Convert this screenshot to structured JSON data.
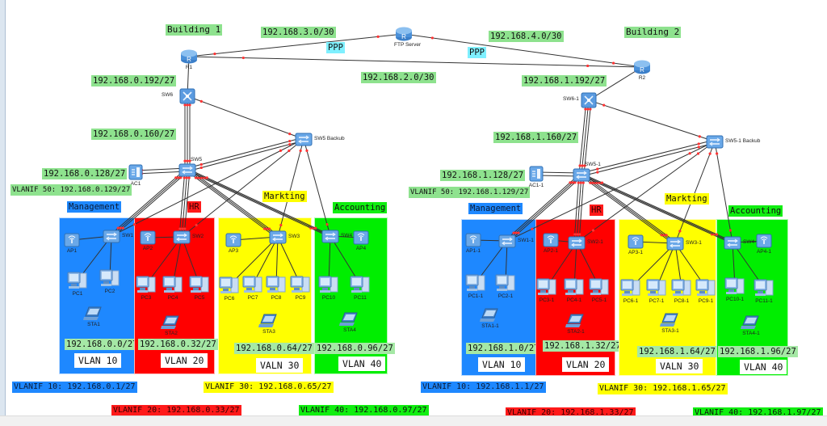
{
  "title": "Campus network topology",
  "core": {
    "ftp_server": "FTP Server",
    "links": [
      {
        "subnet": "192.168.3.0/30",
        "protocol": "PPP"
      },
      {
        "subnet": "192.168.4.0/30",
        "protocol": "PPP"
      },
      {
        "subnet": "192.168.2.0/30"
      }
    ]
  },
  "buildings": [
    {
      "name": "Building 1",
      "router": "R1",
      "core_switch": "SW6",
      "agg_switch": "SW5",
      "backup_switch": "SW5 Backub",
      "ac": "AC1",
      "router_subnet": "192.168.0.192/27",
      "core_subnet": "192.168.0.160/27",
      "ac_subnet": "192.168.0.128/27",
      "vlanif50": "VLANIF 50: 192.168.0.129/27",
      "departments": [
        {
          "name": "Management",
          "color": "#1e88ff",
          "switch": "SW1",
          "ap": "AP1",
          "pcs": [
            "PC1",
            "PC2"
          ],
          "sta": "STA1",
          "subnet": "192.168.0.0/27",
          "vlan": "VLAN 10",
          "vlanif": "VLANIF 10: 192.168.0.1/27"
        },
        {
          "name": "HR",
          "color": "#ff0000",
          "switch": "SW2",
          "ap": "AP2",
          "pcs": [
            "PC3",
            "PC4",
            "PC5"
          ],
          "sta": "STA2",
          "subnet": "192.168.0.32/27",
          "vlan": "VLAN 20",
          "vlanif": "VLANIF 20: 192.168.0.33/27"
        },
        {
          "name": "Markting",
          "color": "#ffff00",
          "switch": "SW3",
          "ap": "AP3",
          "pcs": [
            "PC6",
            "PC7",
            "PC8",
            "PC9"
          ],
          "sta": "STA3",
          "subnet": "192.168.0.64/27",
          "vlan": "VALN 30",
          "vlanif": "VLANIF 30: 192.168.0.65/27"
        },
        {
          "name": "Accounting",
          "color": "#00ee00",
          "switch": "SW4",
          "ap": "AP4",
          "pcs": [
            "PC10",
            "PC11"
          ],
          "sta": "STA4",
          "subnet": "192.168.0.96/27",
          "vlan": "VLAN 40",
          "vlanif": "VLANIF 40: 192.168.0.97/27"
        }
      ]
    },
    {
      "name": "Building 2",
      "router": "R2",
      "core_switch": "SW6-1",
      "agg_switch": "SW5-1",
      "backup_switch": "SW5-1 Backub",
      "ac": "AC1-1",
      "router_subnet": "192.168.1.192/27",
      "core_subnet": "192.168.1.160/27",
      "ac_subnet": "192.168.1.128/27",
      "vlanif50": "VLANIF 50: 192.168.1.129/27",
      "departments": [
        {
          "name": "Management",
          "color": "#1e88ff",
          "switch": "SW1-1",
          "ap": "AP1-1",
          "pcs": [
            "PC1-1",
            "PC2-1"
          ],
          "sta": "STA1-1",
          "subnet": "192.168.1.0/27",
          "vlan": "VLAN 10",
          "vlanif": "VLANIF 10: 192.168.1.1/27"
        },
        {
          "name": "HR",
          "color": "#ff0000",
          "switch": "SW2-1",
          "ap": "AP2-1",
          "pcs": [
            "PC3-1",
            "PC4-1",
            "PC5-1"
          ],
          "sta": "STA2-1",
          "subnet": "192.168.1.32/27",
          "vlan": "VLAN 20",
          "vlanif": "VLANIF 20: 192.168.1.33/27"
        },
        {
          "name": "Markting",
          "color": "#ffff00",
          "switch": "SW3-1",
          "ap": "AP3-1",
          "pcs": [
            "PC6-1",
            "PC7-1",
            "PC8-1",
            "PC9-1"
          ],
          "sta": "STA3-1",
          "subnet": "192.168.1.64/27",
          "vlan": "VALN 30",
          "vlanif": "VLANIF 30: 192.168.1.65/27"
        },
        {
          "name": "Accounting",
          "color": "#00ee00",
          "switch": "SW4-1",
          "ap": "AP4-1",
          "pcs": [
            "PC10-1",
            "PC11-1"
          ],
          "sta": "STA4-1",
          "subnet": "192.168.1.96/27",
          "vlan": "VLAN 40",
          "vlanif": "VLANIF 40: 192.168.1.97/27"
        }
      ]
    }
  ]
}
